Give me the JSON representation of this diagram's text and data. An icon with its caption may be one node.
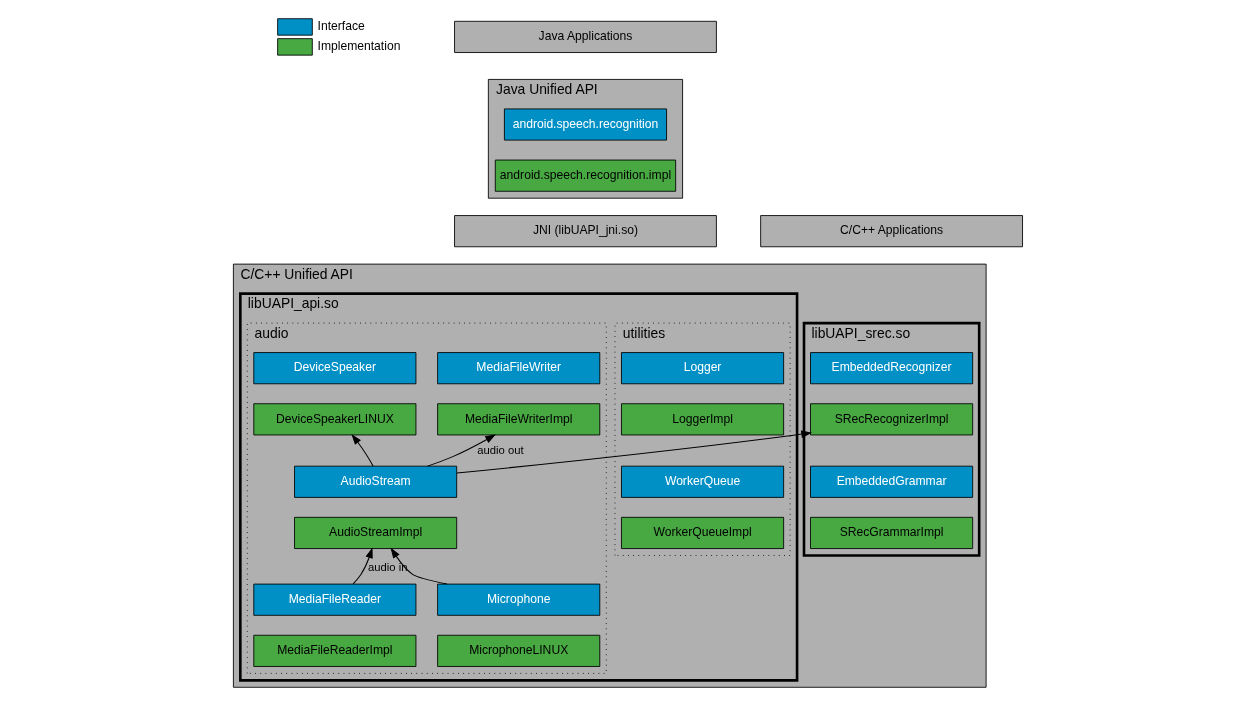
{
  "diagram": {
    "nodes": [
      {
        "text": [
          "Java Applications"
        ]
      },
      {
        "text": [
          "Java Unified API"
        ]
      },
      {
        "text": [
          "android.speech.recognition"
        ],
        "in": 1
      },
      {
        "text": [
          "android.speech.recognition.impl"
        ],
        "in": 1
      },
      {
        "text": [
          "C/C++ Applications"
        ]
      },
      {
        "text": [
          "JNI (libUAPI_jni.so)"
        ]
      },
      {
        "text": [
          "C/C++ Unified API"
        ]
      },
      {
        "text": [
          "libUAPI_srec.so"
        ],
        "in": 6
      },
      {
        "text": [
          "EmbeddedRecognizer"
        ],
        "in": 7
      },
      {
        "text": [
          "SRecRecognizerImpl"
        ],
        "in": 7
      },
      {
        "text": [
          "EmbeddedGrammar"
        ],
        "in": 7
      },
      {
        "text": [
          "SRecGrammarImpl"
        ],
        "in": 7
      },
      {
        "text": [
          "libUAPI_api.so"
        ],
        "in": 6
      },
      {
        "text": [
          "audio"
        ],
        "in": 12
      },
      {
        "text": [
          "MediaFileWriter"
        ],
        "in": 13
      },
      {
        "text": [
          "MediaFileWriterImpl"
        ],
        "in": 13
      },
      {
        "text": [
          "DeviceSpeaker"
        ],
        "in": 13
      },
      {
        "text": [
          "DeviceSpeakerLINUX"
        ],
        "in": 13
      },
      {
        "text": [
          "AudioStream"
        ],
        "in": 13
      },
      {
        "text": [
          "AudioStreamImpl"
        ],
        "in": 13
      },
      {
        "text": [
          "MediaFileReader"
        ],
        "in": 13
      },
      {
        "text": [
          "MediaFileReaderImpl"
        ],
        "in": 13
      },
      {
        "text": [
          "Microphone"
        ],
        "in": 13
      },
      {
        "text": [
          "MicrophoneLINUX"
        ],
        "in": 13
      },
      {
        "text": [
          "utilities"
        ],
        "in": 12
      },
      {
        "text": [
          "Logger"
        ],
        "in": 24
      },
      {
        "text": [
          "LoggerImpl"
        ],
        "in": 24
      },
      {
        "text": [
          "WorkerQueue"
        ],
        "in": 24
      },
      {
        "text": [
          "WorkerQueueImpl"
        ],
        "in": 24
      }
    ],
    "edges": [
      {
        "from": 18,
        "to": 9,
        "arrow": "to"
      },
      {
        "from": 18,
        "to": 15,
        "arrow": "to",
        "label": "audio out"
      },
      {
        "from": 18,
        "to": 17,
        "arrow": "to"
      },
      {
        "from": 20,
        "to": 19,
        "arrow": "to",
        "label": "audio in"
      },
      {
        "from": 22,
        "to": 19,
        "arrow": "to"
      }
    ],
    "legend": [
      {
        "text": "Interface",
        "color": "#0090c6"
      },
      {
        "text": "Implementation",
        "color": "#48a842"
      }
    ]
  }
}
